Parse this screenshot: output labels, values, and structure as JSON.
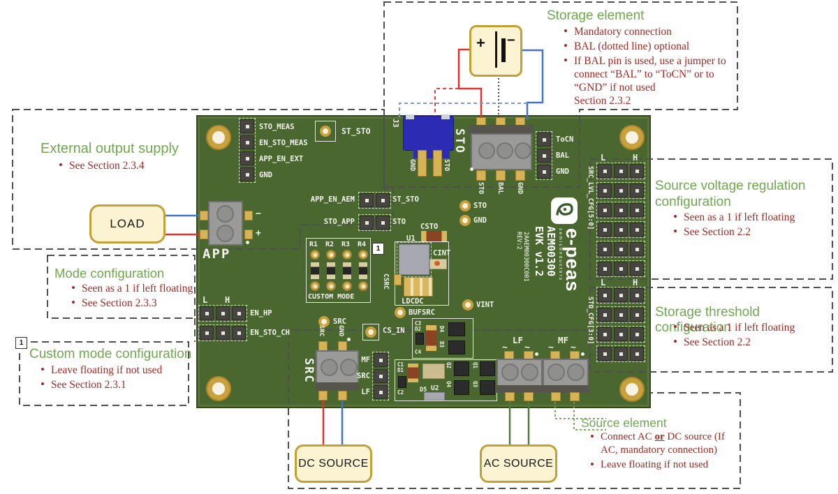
{
  "colors": {
    "board_green": "#4a672f",
    "title_green": "#6fa84e",
    "note_red": "#9e2a24",
    "box_yellow": "#fcf3d2",
    "box_border": "#c1a036",
    "wire_red": "#e0312a",
    "wire_blue": "#4472c4",
    "wire_green": "#4d7a3b",
    "dash_gray": "#4f4f4f",
    "gold": "#d6b455",
    "navy": "#2b2bb4"
  },
  "annotations": {
    "storage_element": {
      "title": "Storage element",
      "bullets": [
        "Mandatory connection",
        "BAL (dotted line) optional",
        "If BAL pin is used, use a jumper to connect “BAL” to “ToCN” or to “GND” if not used\nSection 2.3.2"
      ]
    },
    "external_output_supply": {
      "title": "External output supply",
      "bullets": [
        "See Section 2.3.4"
      ]
    },
    "mode_configuration": {
      "title": "Mode configuration",
      "bullets": [
        "Seen as a 1 if left floating",
        "See Section 2.3.3"
      ]
    },
    "custom_mode_configuration": {
      "title": "Custom mode configuration",
      "badge": "1",
      "bullets": [
        "Leave floating if not used",
        "See Section 2.3.1"
      ]
    },
    "source_voltage_regulation": {
      "title": "Source voltage regulation configuration",
      "bullets": [
        "Seen as a 1 if left floating",
        "See Section 2.2"
      ]
    },
    "storage_threshold": {
      "title": "Storage threshold configuration",
      "bullets": [
        "Seen as a 1 if left floating",
        "See Section 2.2"
      ]
    },
    "source_element": {
      "title": "Source element",
      "bullet1_pre": "Connect AC ",
      "bullet1_em": "or",
      "bullet1_post": " DC source (If AC, mandatory connection)",
      "bullet2": "Leave floating if not used"
    }
  },
  "external": {
    "battery_plus": "+",
    "battery_minus": "−",
    "load": "LOAD",
    "dc_source": "DC SOURCE",
    "ac_source": "AC SOURCE"
  },
  "board": {
    "brand": {
      "name": "e-peas",
      "sub": "semiconductors",
      "model": "AEM00300",
      "evk": "EVK v1.2",
      "code": "2AAEM00300C001",
      "rev": "REV:2"
    },
    "top_header": {
      "pins": [
        "STO_MEAS",
        "EN_STO_MEAS",
        "APP_EN_EXT",
        "GND"
      ]
    },
    "test_points": {
      "st_sto": "ST_STO",
      "sto": "STO",
      "gnd": "GND",
      "vint": "VINT",
      "bufsrc": "BUFSRC",
      "src": "SRC",
      "cs_in": "CS_IN"
    },
    "j3": {
      "ref": "J3",
      "pins": [
        "GND",
        "STO"
      ]
    },
    "sto_terminal": {
      "label": "STO",
      "pins": [
        "STO",
        "BAL",
        "GND"
      ]
    },
    "bal_header": {
      "pins": [
        "ToCN",
        "BAL",
        "GND"
      ]
    },
    "jumpers": {
      "app_en_aem": "APP_EN_AEM",
      "app_en_aem_right": "ST_STO",
      "sto_app": "STO_APP",
      "sto_app_right": "STO",
      "en_hp": "EN_HP",
      "en_sto_ch": "EN_STO_CH",
      "l": "L",
      "h": "H"
    },
    "custom_mode": {
      "resistors": [
        "R1",
        "R2",
        "R3",
        "R4"
      ],
      "label": "CUSTOM MODE",
      "badge": "1"
    },
    "components": {
      "u1": "U1",
      "csto": "CSTO",
      "cint": "CINT",
      "csrc": "CSRC",
      "ldcdc": "LDCDC",
      "g1": [
        "C3",
        "D2",
        "D4",
        "D3",
        "C4"
      ],
      "g2": [
        "C1",
        "D1",
        "C2",
        "D5",
        "U2",
        "Q2",
        "Q4",
        "Q1",
        "Q3"
      ]
    },
    "src_terminal": {
      "label": "SRC",
      "pins": [
        "SRC",
        "GND"
      ]
    },
    "mid_header": {
      "pins": [
        "MF",
        "SRC",
        "LF"
      ]
    },
    "lf_terminal": {
      "label": "LF",
      "tilde": "~"
    },
    "mf_terminal": {
      "label": "MF",
      "tilde": "~"
    },
    "app_terminal": {
      "label": "APP",
      "minus": "−",
      "plus": "+"
    },
    "src_lvl_cfg": {
      "label": "SRC_LVL_CFG[5:0]",
      "l": "L",
      "h": "H"
    },
    "sto_cfg": {
      "label": "STO_CFG[3:0]",
      "l": "L",
      "h": "H"
    }
  }
}
